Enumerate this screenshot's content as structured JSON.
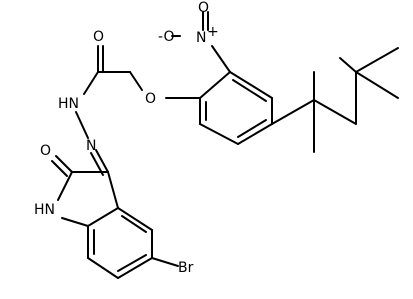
{
  "structure": {
    "colors": {
      "bond": "#000000",
      "background": "#ffffff"
    },
    "atoms": {
      "nitro_o_minus": "-O",
      "nitro_n_plus": "N",
      "nitro_plus_sign": "+",
      "nitro_o_double": "O",
      "ether_o": "O",
      "carbonyl_o": "O",
      "hydrazide_nh": "HN",
      "hydrazone_n": "N",
      "lactam_o": "O",
      "indole_nh": "HN",
      "bromine": "Br"
    }
  }
}
